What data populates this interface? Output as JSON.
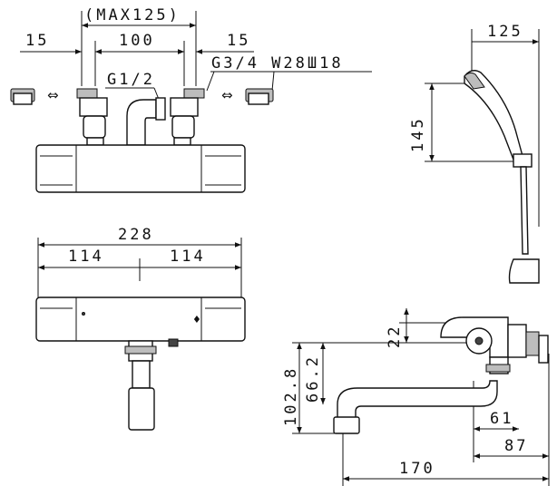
{
  "top_view": {
    "max_width": "(MAX125)",
    "left_offset": "15",
    "center_distance": "100",
    "right_offset": "15",
    "inlet_thread": "G1/2",
    "outlet_thread": "G3/4 W28Ш18"
  },
  "front_view": {
    "total_width": "228",
    "left_half": "114",
    "right_half": "114"
  },
  "shower_view": {
    "head_width": "125",
    "head_height": "145"
  },
  "side_view": {
    "top_offset": "22",
    "spout_height": "102.8",
    "spout_drop": "66.2",
    "wall_offset_a": "61",
    "wall_offset_b": "87",
    "spout_reach": "170"
  }
}
